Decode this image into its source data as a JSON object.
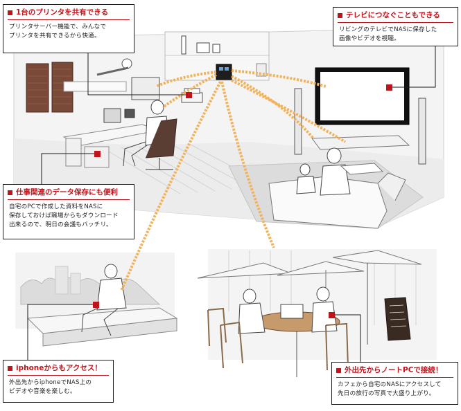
{
  "callouts": [
    {
      "id": "printer",
      "title": "1台のプリンタを共有できる",
      "body": "プリンタサーバー機能で、みんなで\nプリンタを共有できるから快適。"
    },
    {
      "id": "tv",
      "title": "テレビにつなぐこともできる",
      "body": "リビングのテレビでNASに保存した\n画像やビデオを視聴。"
    },
    {
      "id": "work",
      "title": "仕事関連のデータ保存にも便利",
      "body": "自宅のPCで作成した資料をNASに\n保存しておけば職場からもダウンロード\n出来るので、明日の会議もバッチリ。"
    },
    {
      "id": "iphone",
      "title": "iphoneからもアクセス！",
      "body": "外出先からiphoneでNAS上の\nビデオや音楽を楽しむ。"
    },
    {
      "id": "notebook",
      "title": "外出先からノートPCで接続！",
      "body": "カフェから自宅のNASにアクセスして\n先日の旅行の写真で大盛り上がり。"
    }
  ],
  "colors": {
    "accent": "#c0141c",
    "wave": "#f2b25a",
    "line": "#1a1a1a",
    "floor": "#e9e9e9"
  }
}
